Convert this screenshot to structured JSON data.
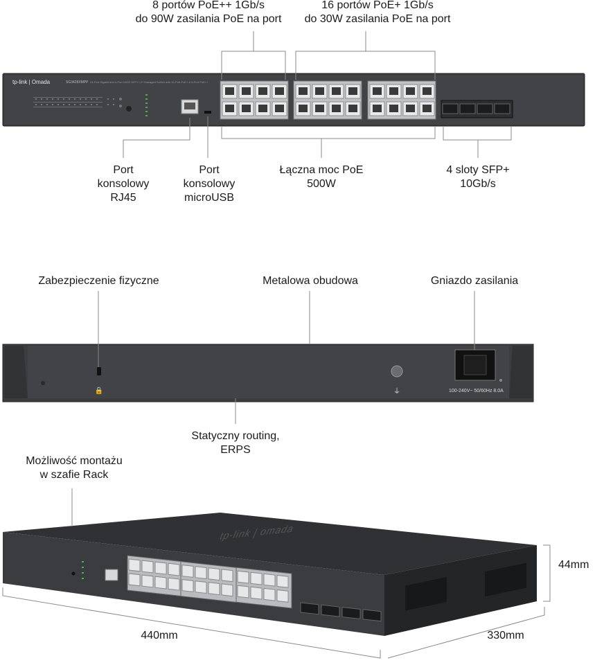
{
  "front": {
    "brand": "tp-link | Omada",
    "model": "SG3428XMPP",
    "model_desc": "24-Port Gigabit and 4-Port 10GE SFP+ L2+ Managed Switch with 16-Port PoE+ & 8-Port PoE++",
    "callouts": {
      "poe_plus_plus": {
        "line1": "8 portów PoE++ 1Gb/s",
        "line2": "do 90W zasilania PoE na port"
      },
      "poe_plus": {
        "line1": "16 portów PoE+ 1Gb/s",
        "line2": "do 30W zasilania PoE na port"
      },
      "console_rj45": {
        "line1": "Port",
        "line2": "konsolowy",
        "line3": "RJ45"
      },
      "console_usb": {
        "line1": "Port",
        "line2": "konsolowy",
        "line3": "microUSB"
      },
      "poe_budget": {
        "line1": "Łączna moc PoE",
        "line2": "500W"
      },
      "sfp": {
        "line1": "4 sloty SFP+",
        "line2": "10Gb/s"
      }
    }
  },
  "rear": {
    "callouts": {
      "security": "Zabezpieczenie fizyczne",
      "metal": "Metalowa obudowa",
      "power": "Gniazdo zasilania",
      "routing": {
        "line1": "Statyczny routing,",
        "line2": "ERPS"
      }
    },
    "power_rating": "100-240V~ 50/60Hz 8.0A"
  },
  "perspective": {
    "rack": {
      "line1": "Możliwość montażu",
      "line2": "w szafie Rack"
    },
    "top_logo": "tp-link | omada",
    "dims": {
      "height": "44mm",
      "width": "440mm",
      "depth": "330mm"
    }
  }
}
